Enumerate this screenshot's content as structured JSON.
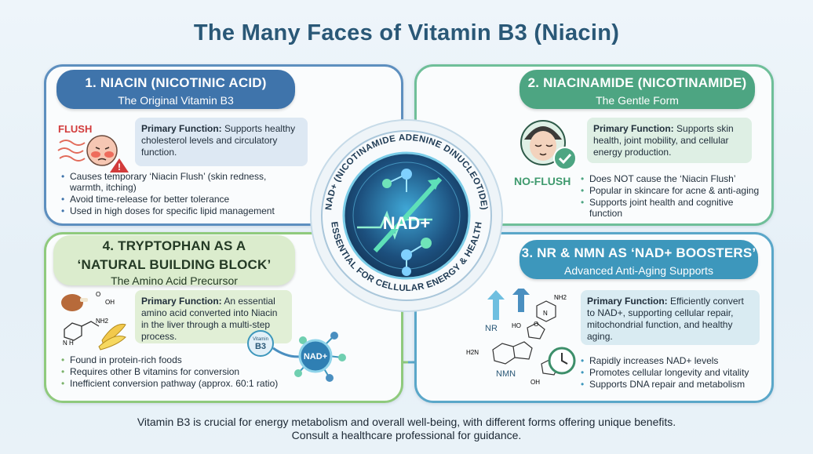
{
  "title": "The Many Faces of Vitamin B3 (Niacin)",
  "panels": {
    "niacin": {
      "heading": "1. NIACIN (NICOTINIC ACID)",
      "subheading": "The Original Vitamin B3",
      "function_label": "Primary Function:",
      "function_text": " Supports healthy cholesterol levels and circulatory function.",
      "badge": "FLUSH",
      "bullets": [
        "Causes temporary ‘Niacin Flush’ (skin redness, warmth, itching)",
        "Avoid time-release for better tolerance",
        "Used in high doses for specific lipid management"
      ]
    },
    "niacinamide": {
      "heading": "2. NIACINAMIDE (NICOTINAMIDE)",
      "subheading": "The Gentle Form",
      "function_label": "Primary Function:",
      "function_text": " Supports skin health, joint mobility, and cellular energy production.",
      "badge": "NO-FLUSH",
      "bullets": [
        "Does NOT cause the ‘Niacin Flush’",
        "Popular in skincare for acne & anti-aging",
        "Supports joint health and cognitive function"
      ]
    },
    "tryptophan": {
      "heading_line1": "4. TRYPTOPHAN AS A",
      "heading_line2": "‘NATURAL BUILDING BLOCK’",
      "subheading": "The Amino Acid Precursor",
      "function_label": "Primary Function:",
      "function_text": " An essential amino acid converted into Niacin in the liver through a multi-step process.",
      "b3_label": "B3",
      "b3_prefix": "Vitamin",
      "nad_label": "NAD+",
      "molecule_labels": {
        "oh": "OH",
        "nh2": "NH2",
        "nh": "N H",
        "o": "O"
      },
      "bullets": [
        "Found in protein-rich foods",
        "Requires other B vitamins for conversion",
        "Inefficient conversion pathway (approx. 60:1 ratio)"
      ]
    },
    "nr_nmn": {
      "heading": "3. NR & NMN AS ‘NAD+ BOOSTERS’",
      "subheading": "Advanced Anti-Aging Supports",
      "function_label": "Primary Function:",
      "function_text": " Efficiently convert to NAD+, supporting cellular repair, mitochondrial function, and healthy aging.",
      "molecule_labels": {
        "nr": "NR",
        "nmn": "NMN",
        "h2n": "H2N",
        "oh": "OH",
        "o": "O",
        "nh2": "NH2",
        "n": "N",
        "ho": "HO"
      },
      "bullets": [
        "Rapidly increases NAD+ levels",
        "Promotes cellular longevity and vitality",
        "Supports DNA repair and metabolism"
      ]
    }
  },
  "center": {
    "label": "NAD+",
    "ring_top": "NAD+ (NICOTINAMIDE ADENINE DINUCLEOTIDE)",
    "ring_bottom": "ESSENTIAL FOR CELLULAR ENERGY & HEALTH"
  },
  "footer": {
    "line1": "Vitamin B3 is crucial for energy metabolism and overall well-being, with different forms offering unique benefits.",
    "line2": "Consult a healthcare professional for guidance."
  },
  "colors": {
    "niacin": "#3f74ab",
    "niacinamide": "#4da582",
    "tryptophan": "#8fca7d",
    "nr_nmn": "#3d97bc",
    "title": "#2a5877"
  }
}
